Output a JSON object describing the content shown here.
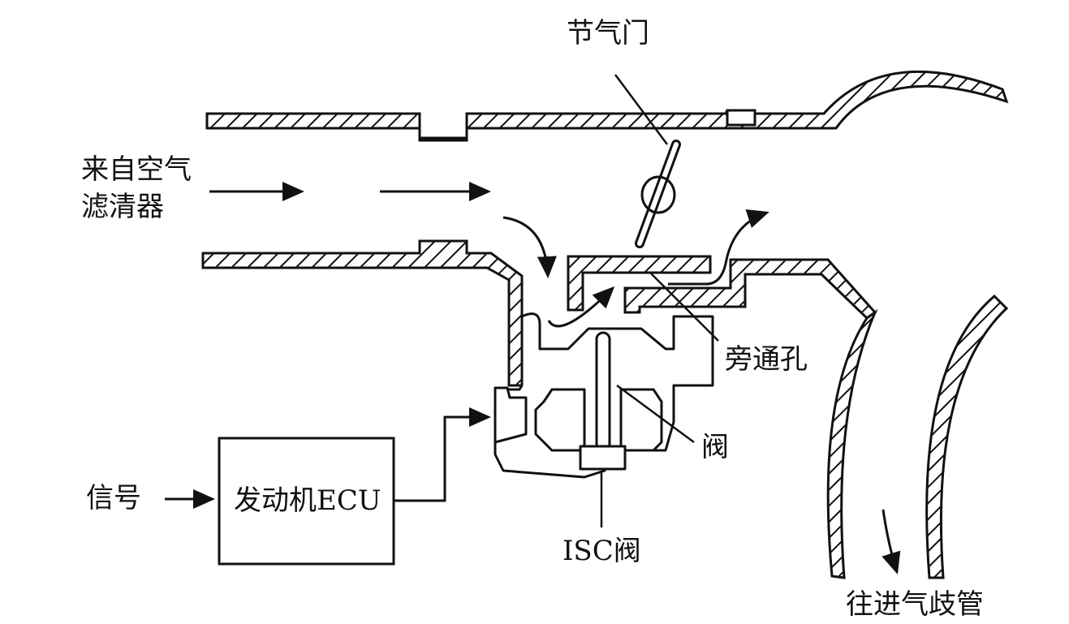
{
  "diagram": {
    "labels": {
      "throttle": "节气门",
      "from_air_filter_line1": "来自空气",
      "from_air_filter_line2": "滤清器",
      "bypass_hole": "旁通孔",
      "valve": "阀",
      "signal": "信号",
      "engine_ecu": "发动机ECU",
      "isc_valve": "ISC阀",
      "to_intake_manifold": "往进气歧管"
    },
    "colors": {
      "line": "#111111",
      "background": "#ffffff"
    }
  }
}
